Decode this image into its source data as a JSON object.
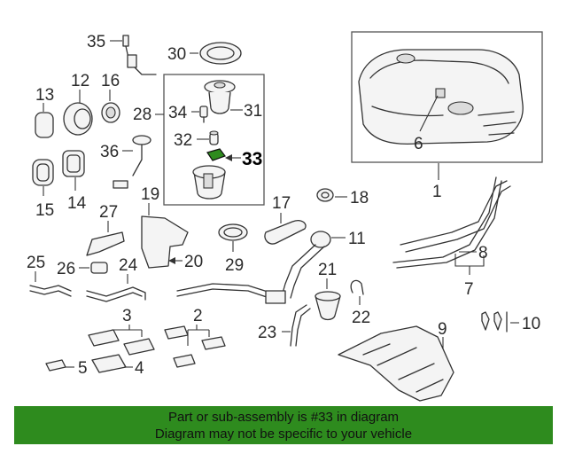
{
  "diagram": {
    "highlight_part": "33",
    "highlight_color": "#2e8b1e",
    "callouts": {
      "c1": "1",
      "c2": "2",
      "c3": "3",
      "c4": "4",
      "c5": "5",
      "c6": "6",
      "c7": "7",
      "c8": "8",
      "c9": "9",
      "c10": "10",
      "c11": "11",
      "c12": "12",
      "c13": "13",
      "c14": "14",
      "c15": "15",
      "c16": "16",
      "c17": "17",
      "c18": "18",
      "c19": "19",
      "c20": "20",
      "c21": "21",
      "c22": "22",
      "c23": "23",
      "c24": "24",
      "c25": "25",
      "c26": "26",
      "c27": "27",
      "c28": "28",
      "c29": "29",
      "c30": "30",
      "c31": "31",
      "c32": "32",
      "c33": "33",
      "c34": "34",
      "c35": "35",
      "c36": "36"
    }
  },
  "banner": {
    "line1": "Part or sub-assembly is #33 in diagram",
    "line2": "Diagram may not be specific to your vehicle",
    "color": "#2e8b1e"
  }
}
